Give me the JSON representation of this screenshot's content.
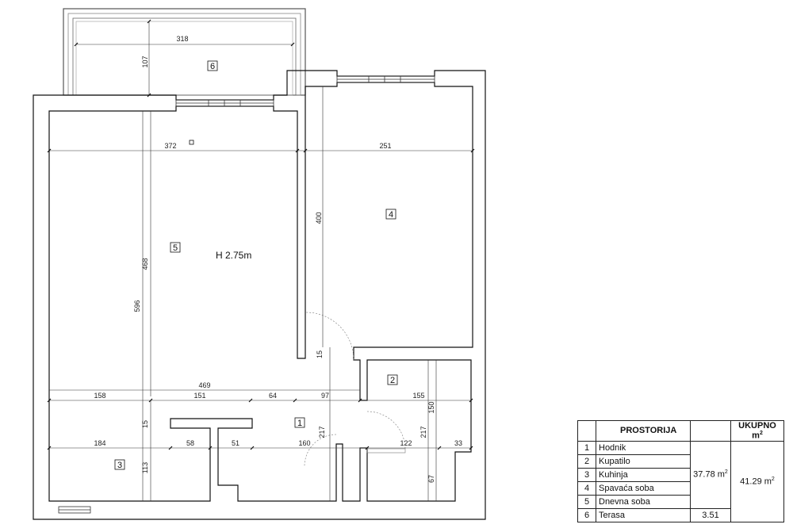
{
  "plan": {
    "ceiling_height": "H 2.75m",
    "room_tags": [
      "1",
      "2",
      "3",
      "4",
      "5",
      "6"
    ],
    "dimensions": {
      "terrace_width": "318",
      "terrace_depth": "107",
      "living_width": "372",
      "bedroom_width": "251",
      "bedroom_depth": "400",
      "living_depth": "468",
      "total_depth": "596",
      "total_width": "469",
      "seg_158": "158",
      "seg_151": "151",
      "seg_64": "64",
      "seg_97": "97",
      "seg_155": "155",
      "seg_15a": "15",
      "seg_15b": "15",
      "seg_217a": "217",
      "seg_217b": "217",
      "seg_150": "150",
      "kitchen_width": "184",
      "seg_58": "58",
      "seg_51": "51",
      "seg_160": "160",
      "seg_122": "122",
      "seg_33": "33",
      "kitchen_depth": "113",
      "seg_67": "67"
    }
  },
  "legend": {
    "header_rooms": "PROSTORIJA",
    "header_total": "UKUPNO m",
    "header_total_sup": "2",
    "rooms": [
      {
        "num": "1",
        "name": "Hodnik"
      },
      {
        "num": "2",
        "name": "Kupatilo"
      },
      {
        "num": "3",
        "name": "Kuhinja"
      },
      {
        "num": "4",
        "name": "Spavaća soba"
      },
      {
        "num": "5",
        "name": "Dnevna soba"
      },
      {
        "num": "6",
        "name": "Terasa"
      }
    ],
    "interior_area": "37.78 m",
    "interior_area_sup": "2",
    "terrace_area": "3.51",
    "total_area": "41.29 m",
    "total_area_sup": "2"
  }
}
